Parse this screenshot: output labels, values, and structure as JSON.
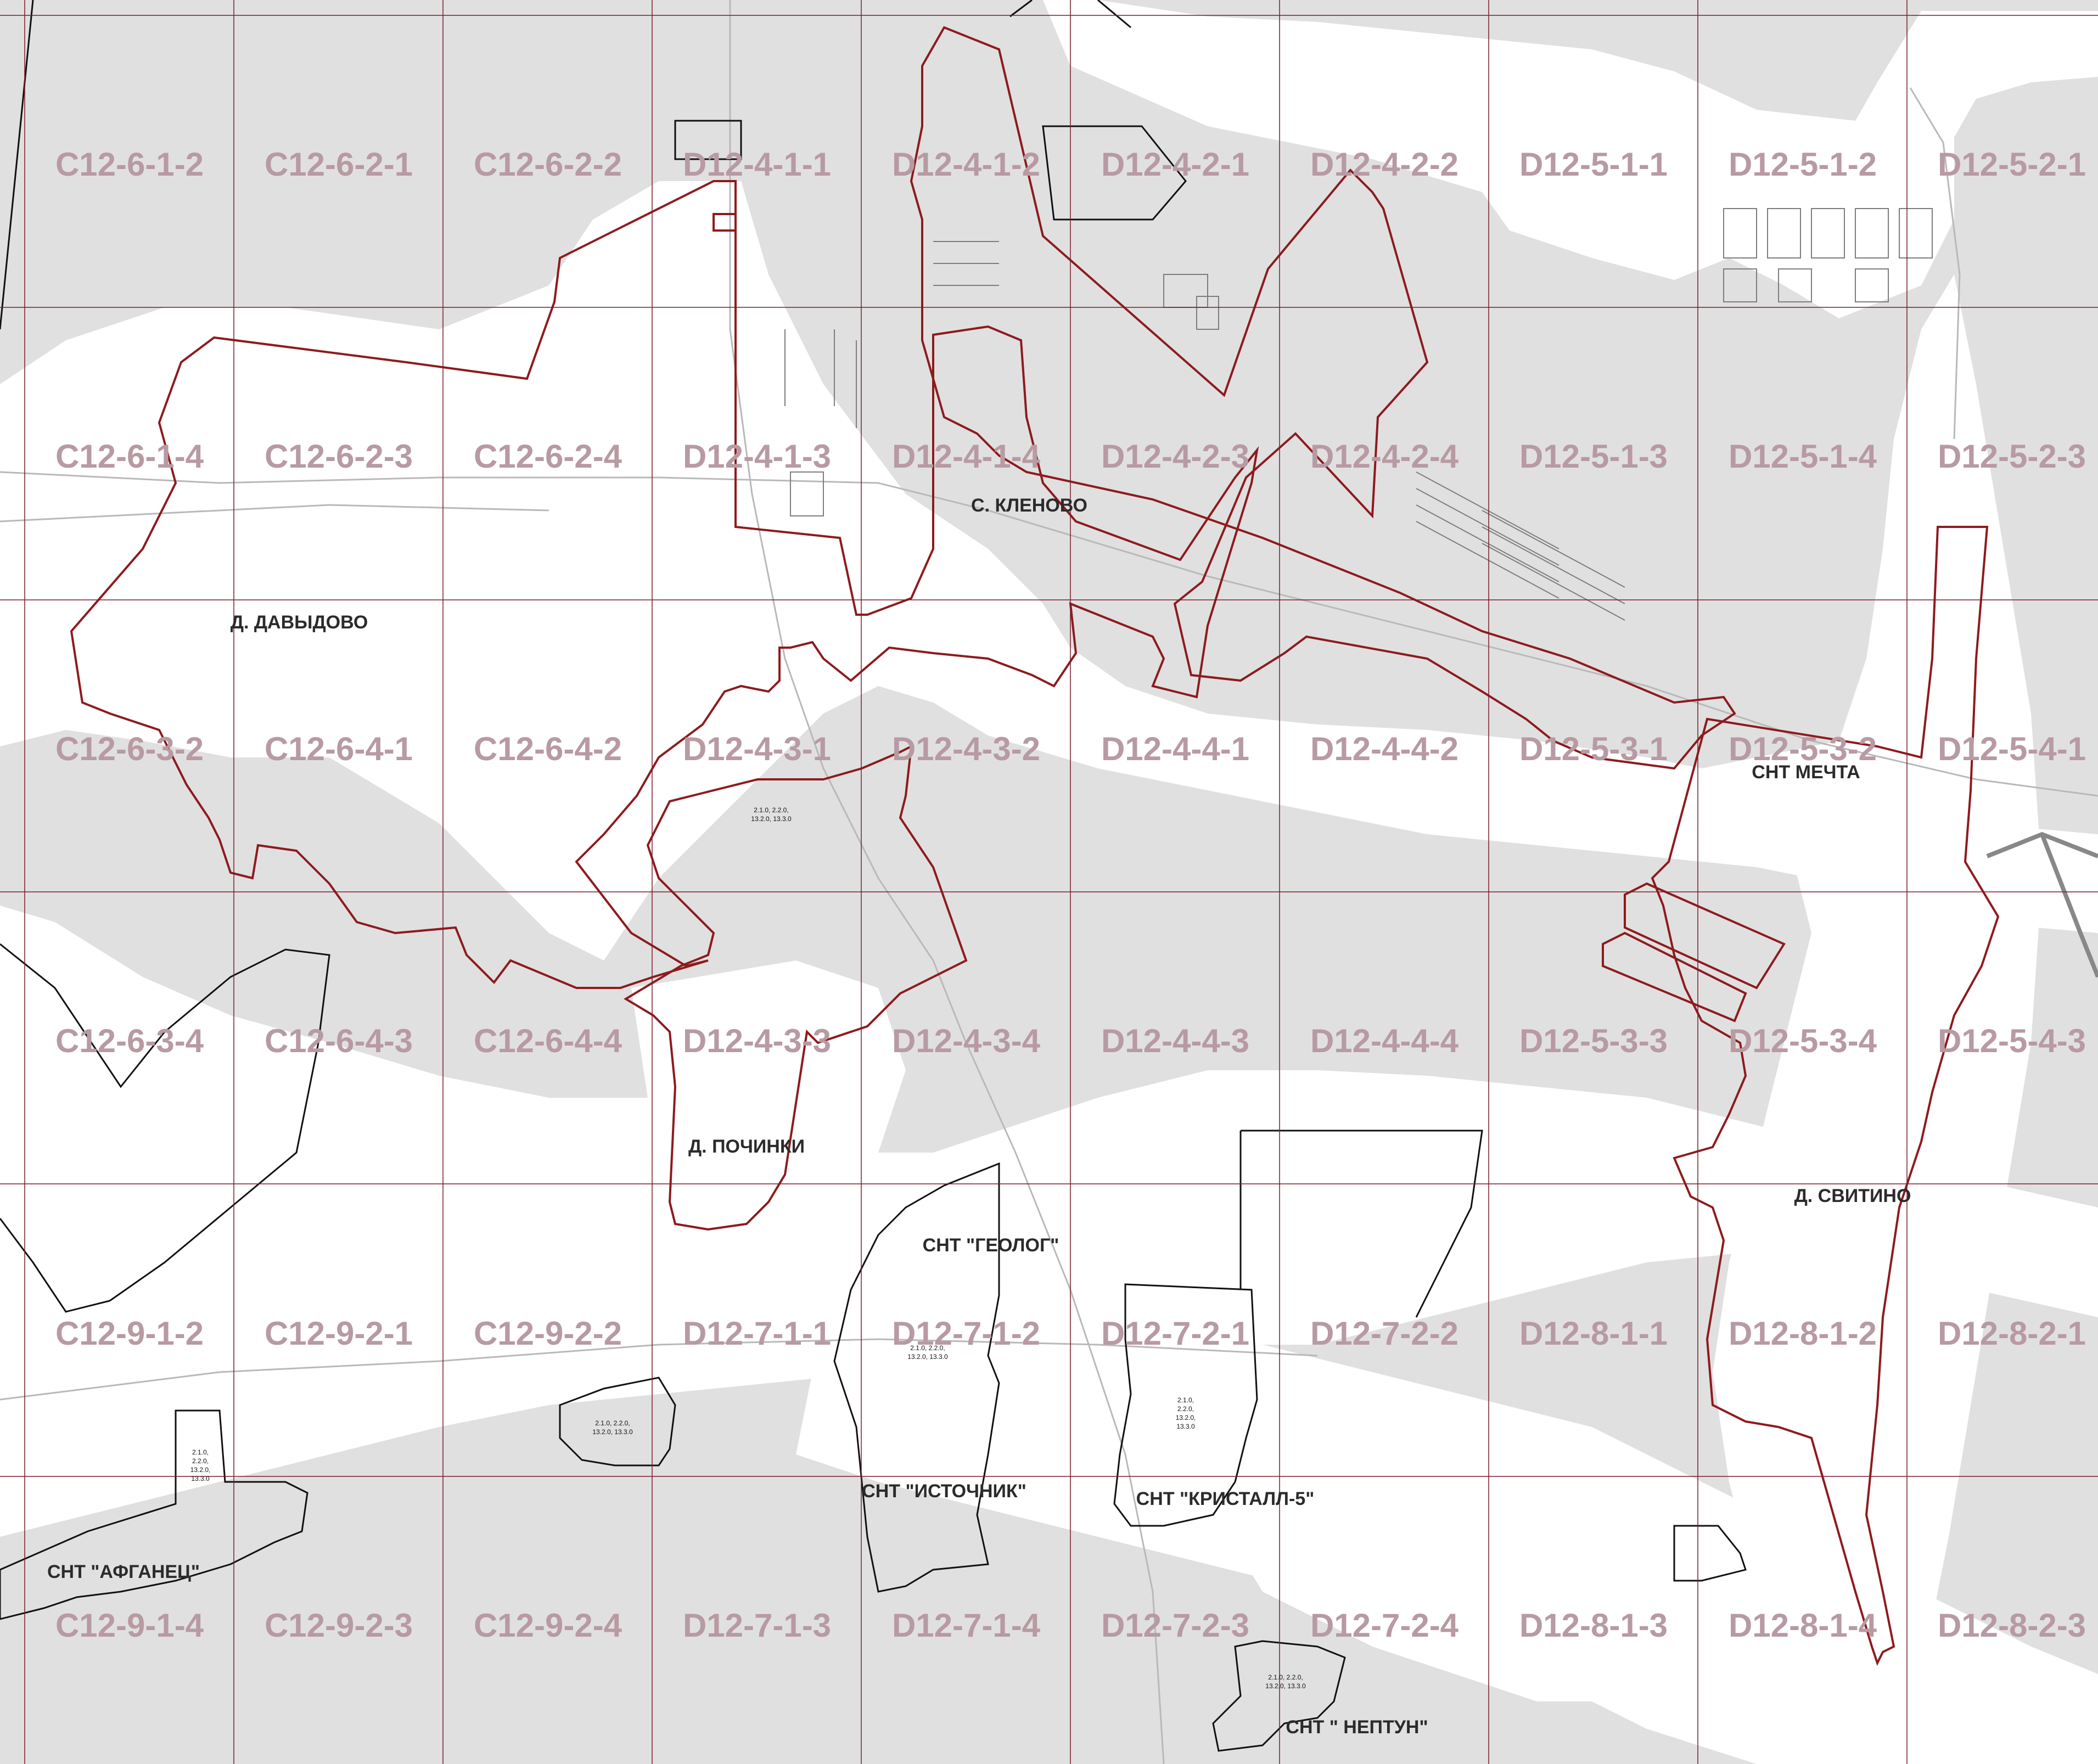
{
  "map": {
    "tiles": [
      [
        "C12-6-1-2",
        "C12-6-2-1",
        "C12-6-2-2",
        "D12-4-1-1",
        "D12-4-1-2",
        "D12-4-2-1",
        "D12-4-2-2",
        "D12-5-1-1",
        "D12-5-1-2",
        "D12-5-2-1"
      ],
      [
        "C12-6-1-4",
        "C12-6-2-3",
        "C12-6-2-4",
        "D12-4-1-3",
        "D12-4-1-4",
        "D12-4-2-3",
        "D12-4-2-4",
        "D12-5-1-3",
        "D12-5-1-4",
        "D12-5-2-3"
      ],
      [
        "C12-6-3-2",
        "C12-6-4-1",
        "C12-6-4-2",
        "D12-4-3-1",
        "D12-4-3-2",
        "D12-4-4-1",
        "D12-4-4-2",
        "D12-5-3-1",
        "D12-5-3-2",
        "D12-5-4-1"
      ],
      [
        "C12-6-3-4",
        "C12-6-4-3",
        "C12-6-4-4",
        "D12-4-3-3",
        "D12-4-3-4",
        "D12-4-4-3",
        "D12-4-4-4",
        "D12-5-3-3",
        "D12-5-3-4",
        "D12-5-4-3"
      ],
      [
        "C12-9-1-2",
        "C12-9-2-1",
        "C12-9-2-2",
        "D12-7-1-1",
        "D12-7-1-2",
        "D12-7-2-1",
        "D12-7-2-2",
        "D12-8-1-1",
        "D12-8-1-2",
        "D12-8-2-1"
      ],
      [
        "C12-9-1-4",
        "C12-9-2-3",
        "C12-9-2-4",
        "D12-7-1-3",
        "D12-7-1-4",
        "D12-7-2-3",
        "D12-7-2-4",
        "D12-8-1-3",
        "D12-8-1-4",
        "D12-8-2-3"
      ]
    ],
    "places": {
      "klenovo": "С. КЛЕНОВО",
      "davydovo": "Д. ДАВЫДОВО",
      "pochinki": "Д. ПОЧИНКИ",
      "mechta": "СНТ МЕЧТА",
      "svitino": "Д. СВИТИНО",
      "geolog": "СНТ \"ГЕОЛОГ\"",
      "istochnik": "СНТ \"ИСТОЧНИК\"",
      "kristall": "СНТ \"КРИСТАЛЛ-5\"",
      "afganets": "СНТ \"АФГАНЕЦ\"",
      "neptun": "СНТ \" НЕПТУН\""
    },
    "zones": {
      "z1_l1": "2.1.0, 2.2.0,",
      "z1_l2": "13.2.0, 13.3.0",
      "z2_l1": "2.1.0, 2.2.0,",
      "z2_l2": "13.2.0, 13.3.0",
      "z3_l1": "2.1.0, 2.2.0,",
      "z3_l2": "13.2.0, 13.3.0",
      "z4_l1": "2.1.0,",
      "z4_l2": "2.2.0,",
      "z4_l3": "13.2.0,",
      "z4_l4": "13.3.0",
      "z5_l1": "2.1.0,",
      "z5_l2": "2.2.0,",
      "z5_l3": "13.2.0,",
      "z5_l4": "13.3.0",
      "z6_l1": "2.1.0, 2.2.0,",
      "z6_l2": "13.2.0, 13.3.0"
    },
    "colors": {
      "background": "#e0e0e0",
      "open_land": "#ffffff",
      "settlement_boundary": "#8e1a1d",
      "snt_boundary": "#111111",
      "grid_line": "#7a1c2c",
      "tile_label": "#b89aa3"
    }
  }
}
